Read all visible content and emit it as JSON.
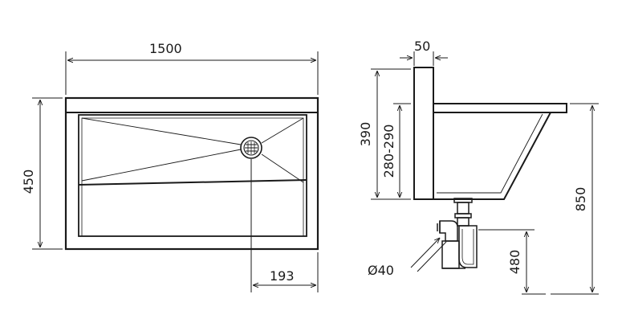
{
  "dimensions": {
    "overall_width": "1500",
    "height": "450",
    "drain_offset": "193",
    "backsplash_thickness": "50",
    "backsplash_height": "390",
    "basin_depth": "280-290",
    "mounting_height": "850",
    "drain_height": "480",
    "drain_diameter": "Ø40"
  },
  "colors": {
    "line": "#1a1a1a",
    "fill": "#ffffff"
  }
}
